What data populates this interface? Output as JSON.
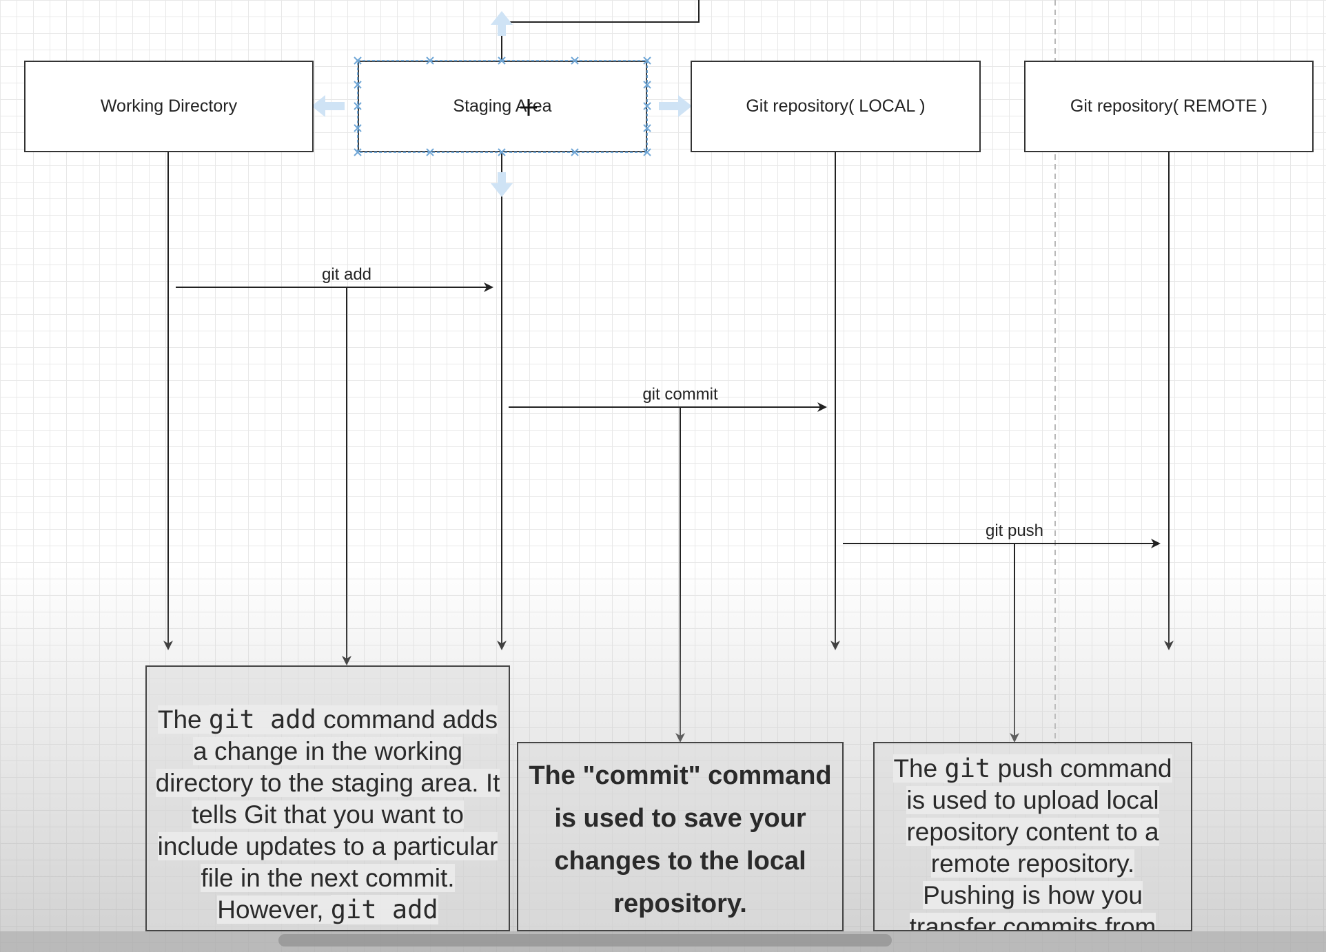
{
  "boxes": {
    "working_directory": "Working Directory",
    "staging_area": "Staging Area",
    "git_local": "Git repository( LOCAL )",
    "git_remote": "Git repository( REMOTE )"
  },
  "arrows": {
    "git_add": "git add",
    "git_commit": "git commit",
    "git_push": "git push"
  },
  "notes": {
    "add": {
      "pre": "The ",
      "cmd": "git add",
      "post": " command adds a change in the working directory to the staging area. It tells Git that you want to include updates to a particular file in the next commit. However, ",
      "cmd2": "git add"
    },
    "commit": "The \"commit\" command is used to save your changes to the local repository.",
    "push": {
      "pre": "The ",
      "cmd": "git",
      "post": " push command is used to upload local repository content to a remote repository. Pushing is how you transfer commits from"
    }
  },
  "colors": {
    "line": "#222222",
    "selection": "#6fa6d6",
    "selection_arrow": "#cfe3f5"
  }
}
